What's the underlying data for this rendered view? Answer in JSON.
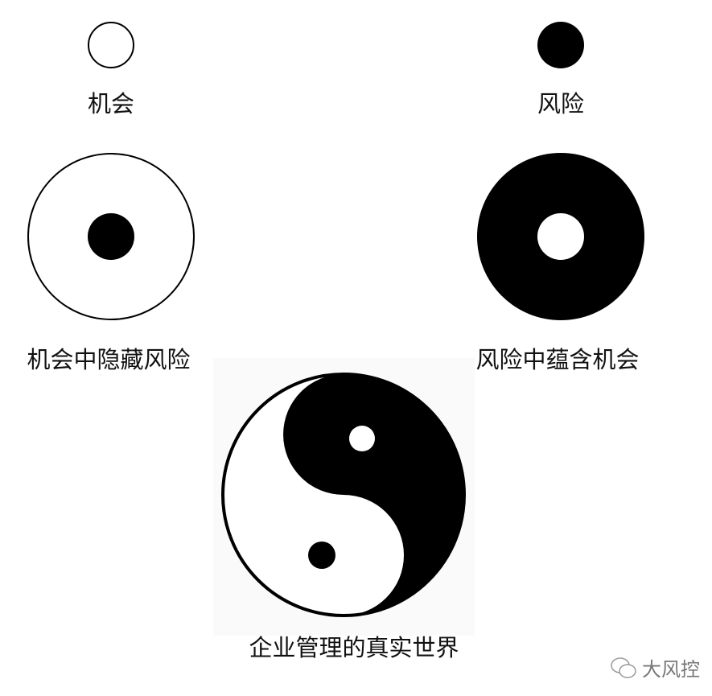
{
  "labels": {
    "opportunity": "机会",
    "risk": "风险",
    "opportunity_hides_risk": "机会中隐藏风险",
    "risk_contains_opportunity": "风险中蕴含机会",
    "real_world": "企业管理的真实世界"
  },
  "watermark": {
    "icon": "wechat-icon",
    "text": "大风控"
  },
  "colors": {
    "ink": "#000000",
    "paper": "#ffffff"
  }
}
